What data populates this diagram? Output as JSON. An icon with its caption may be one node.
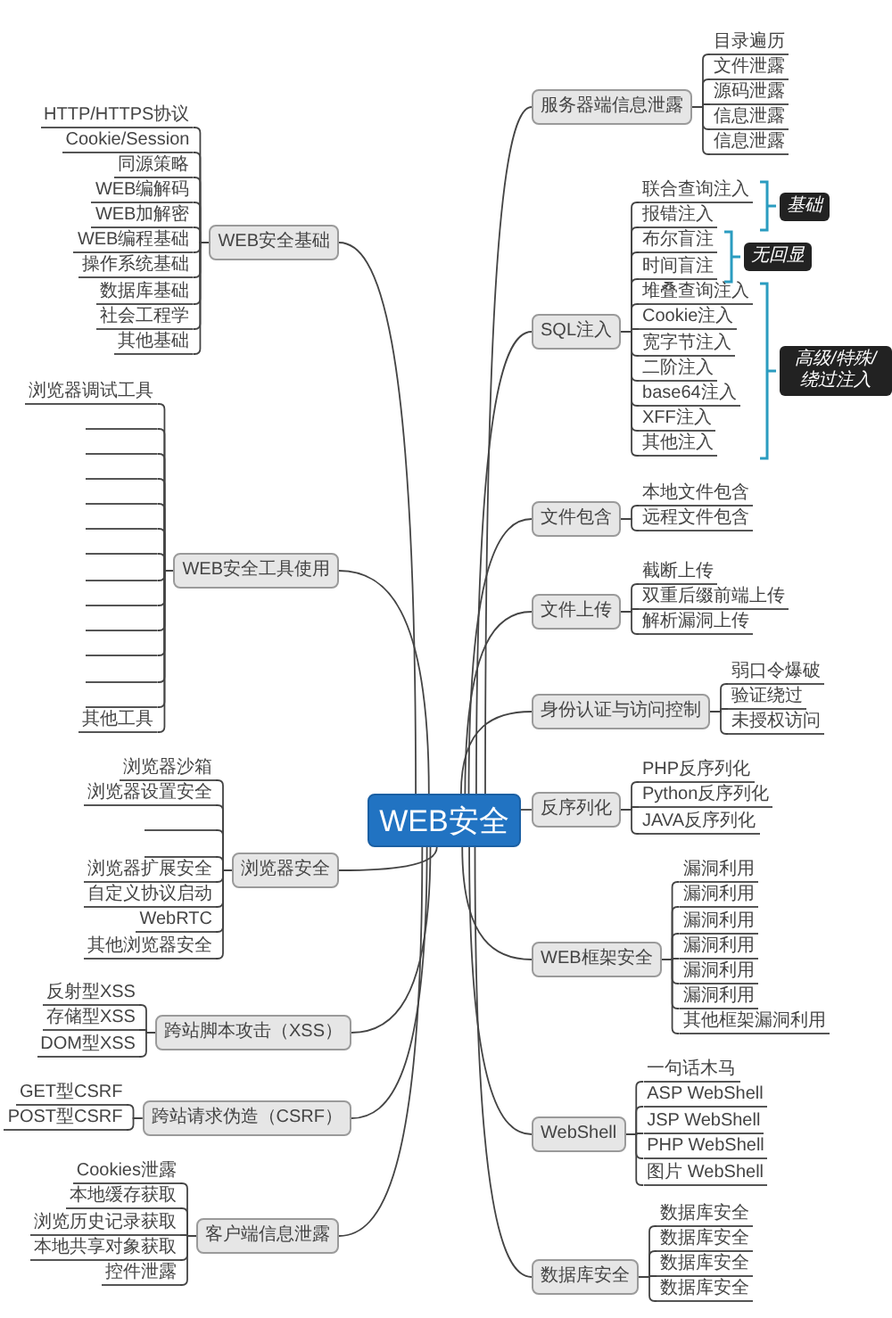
{
  "diagram": {
    "nodes": [
      {
        "text": [
          "WEB安全"
        ]
      },
      {
        "text": [
          "服务器端信息泄露"
        ]
      },
      {
        "text": [
          "目录遍历"
        ]
      },
      {
        "text": [
          "文件泄露"
        ]
      },
      {
        "text": [
          "源码泄露"
        ]
      },
      {
        "text": [
          "信息泄露"
        ]
      },
      {
        "text": [
          "信息泄露"
        ]
      },
      {
        "text": [
          "SQL注入"
        ]
      },
      {
        "text": [
          "联合查询注入"
        ]
      },
      {
        "text": [
          "报错注入"
        ]
      },
      {
        "text": [
          "布尔盲注"
        ]
      },
      {
        "text": [
          "时间盲注"
        ]
      },
      {
        "text": [
          "堆叠查询注入"
        ]
      },
      {
        "text": [
          "Cookie注入"
        ]
      },
      {
        "text": [
          "宽字节注入"
        ]
      },
      {
        "text": [
          "二阶注入"
        ]
      },
      {
        "text": [
          "base64注入"
        ]
      },
      {
        "text": [
          "XFF注入"
        ]
      },
      {
        "text": [
          "其他注入"
        ]
      },
      {
        "text": [
          "基础"
        ]
      },
      {
        "text": [
          "无回显"
        ]
      },
      {
        "text": [
          "高级/特殊/绕过注入"
        ]
      },
      {
        "text": [
          "文件包含"
        ]
      },
      {
        "text": [
          "本地文件包含"
        ]
      },
      {
        "text": [
          "远程文件包含"
        ]
      },
      {
        "text": [
          "文件上传"
        ]
      },
      {
        "text": [
          "截断上传"
        ]
      },
      {
        "text": [
          "双重后缀前端上传"
        ]
      },
      {
        "text": [
          "解析漏洞上传"
        ]
      },
      {
        "text": [
          "身份认证与访问控制"
        ]
      },
      {
        "text": [
          "弱口令爆破"
        ]
      },
      {
        "text": [
          "验证绕过"
        ]
      },
      {
        "text": [
          "未授权访问"
        ]
      },
      {
        "text": [
          "反序列化"
        ]
      },
      {
        "text": [
          "PHP反序列化"
        ]
      },
      {
        "text": [
          "Python反序列化"
        ]
      },
      {
        "text": [
          "JAVA反序列化"
        ]
      },
      {
        "text": [
          "WEB框架安全"
        ]
      },
      {
        "text": [
          "漏洞利用"
        ]
      },
      {
        "text": [
          "漏洞利用"
        ]
      },
      {
        "text": [
          "漏洞利用"
        ]
      },
      {
        "text": [
          "漏洞利用"
        ]
      },
      {
        "text": [
          "漏洞利用"
        ]
      },
      {
        "text": [
          "漏洞利用"
        ]
      },
      {
        "text": [
          "其他框架漏洞利用"
        ]
      },
      {
        "text": [
          "WebShell"
        ]
      },
      {
        "text": [
          "一句话木马"
        ]
      },
      {
        "text": [
          "ASP WebShell"
        ]
      },
      {
        "text": [
          "JSP WebShell"
        ]
      },
      {
        "text": [
          "PHP WebShell"
        ]
      },
      {
        "text": [
          "图片 WebShell"
        ]
      },
      {
        "text": [
          "数据库安全"
        ]
      },
      {
        "text": [
          "数据库安全"
        ]
      },
      {
        "text": [
          "数据库安全"
        ]
      },
      {
        "text": [
          "数据库安全"
        ]
      },
      {
        "text": [
          "数据库安全"
        ]
      },
      {
        "text": [
          "WEB安全基础"
        ]
      },
      {
        "text": [
          "HTTP/HTTPS协议"
        ]
      },
      {
        "text": [
          "Cookie/Session"
        ]
      },
      {
        "text": [
          "同源策略"
        ]
      },
      {
        "text": [
          "WEB编解码"
        ]
      },
      {
        "text": [
          "WEB加解密"
        ]
      },
      {
        "text": [
          "WEB编程基础"
        ]
      },
      {
        "text": [
          "操作系统基础"
        ]
      },
      {
        "text": [
          "数据库基础"
        ]
      },
      {
        "text": [
          "社会工程学"
        ]
      },
      {
        "text": [
          "其他基础"
        ]
      },
      {
        "text": [
          "WEB安全工具使用"
        ]
      },
      {
        "text": [
          "浏览器调试工具"
        ]
      },
      {
        "text": [],
        "shape": "line"
      },
      {
        "text": [],
        "shape": "line"
      },
      {
        "text": [],
        "shape": "line"
      },
      {
        "text": [],
        "shape": "line"
      },
      {
        "text": [],
        "shape": "line"
      },
      {
        "text": [],
        "shape": "line"
      },
      {
        "text": [],
        "shape": "line"
      },
      {
        "text": [],
        "shape": "line"
      },
      {
        "text": [],
        "shape": "line"
      },
      {
        "text": [],
        "shape": "line"
      },
      {
        "text": [],
        "shape": "line"
      },
      {
        "text": [],
        "shape": "line"
      },
      {
        "text": [
          "其他工具"
        ]
      },
      {
        "text": [
          "浏览器安全"
        ]
      },
      {
        "text": [
          "浏览器沙箱"
        ]
      },
      {
        "text": [
          "浏览器设置安全"
        ]
      },
      {
        "text": [],
        "shape": "line"
      },
      {
        "text": [],
        "shape": "line"
      },
      {
        "text": [
          "浏览器扩展安全"
        ]
      },
      {
        "text": [
          "自定义协议启动"
        ]
      },
      {
        "text": [
          "WebRTC"
        ]
      },
      {
        "text": [
          "其他浏览器安全"
        ]
      },
      {
        "text": [
          "跨站脚本攻击（XSS）"
        ]
      },
      {
        "text": [
          "反射型XSS"
        ]
      },
      {
        "text": [
          "存储型XSS"
        ]
      },
      {
        "text": [
          "DOM型XSS"
        ]
      },
      {
        "text": [
          "跨站请求伪造（CSRF）"
        ]
      },
      {
        "text": [
          "GET型CSRF"
        ]
      },
      {
        "text": [
          "POST型CSRF"
        ]
      },
      {
        "text": [
          "客户端信息泄露"
        ]
      },
      {
        "text": [
          "Cookies泄露"
        ]
      },
      {
        "text": [
          "本地缓存获取"
        ]
      },
      {
        "text": [
          "浏览历史记录获取"
        ]
      },
      {
        "text": [
          "本地共享对象获取"
        ]
      },
      {
        "text": [
          "控件泄露"
        ]
      }
    ],
    "edges": [
      {
        "from": 0,
        "to": 1,
        "arrow": "none"
      },
      {
        "from": 0,
        "to": 7,
        "arrow": "none"
      },
      {
        "from": 0,
        "to": 22,
        "arrow": "none"
      },
      {
        "from": 0,
        "to": 25,
        "arrow": "none"
      },
      {
        "from": 0,
        "to": 29,
        "arrow": "none"
      },
      {
        "from": 0,
        "to": 33,
        "arrow": "none"
      },
      {
        "from": 0,
        "to": 37,
        "arrow": "none"
      },
      {
        "from": 0,
        "to": 45,
        "arrow": "none"
      },
      {
        "from": 0,
        "to": 51,
        "arrow": "none"
      },
      {
        "from": 0,
        "to": 56,
        "arrow": "none"
      },
      {
        "from": 0,
        "to": 67,
        "arrow": "none"
      },
      {
        "from": 0,
        "to": 82,
        "arrow": "none"
      },
      {
        "from": 0,
        "to": 91,
        "arrow": "none"
      },
      {
        "from": 0,
        "to": 95,
        "arrow": "none"
      },
      {
        "from": 0,
        "to": 98,
        "arrow": "none"
      },
      {
        "from": 1,
        "to": 2,
        "arrow": "none"
      },
      {
        "from": 1,
        "to": 3,
        "arrow": "none"
      },
      {
        "from": 1,
        "to": 4,
        "arrow": "none"
      },
      {
        "from": 1,
        "to": 5,
        "arrow": "none"
      },
      {
        "from": 1,
        "to": 6,
        "arrow": "none"
      },
      {
        "from": 7,
        "to": 8,
        "arrow": "none"
      },
      {
        "from": 7,
        "to": 9,
        "arrow": "none"
      },
      {
        "from": 7,
        "to": 10,
        "arrow": "none"
      },
      {
        "from": 7,
        "to": 11,
        "arrow": "none"
      },
      {
        "from": 7,
        "to": 12,
        "arrow": "none"
      },
      {
        "from": 7,
        "to": 13,
        "arrow": "none"
      },
      {
        "from": 7,
        "to": 14,
        "arrow": "none"
      },
      {
        "from": 7,
        "to": 15,
        "arrow": "none"
      },
      {
        "from": 7,
        "to": 16,
        "arrow": "none"
      },
      {
        "from": 7,
        "to": 17,
        "arrow": "none"
      },
      {
        "from": 7,
        "to": 18,
        "arrow": "none"
      },
      {
        "from": 22,
        "to": 23,
        "arrow": "none"
      },
      {
        "from": 22,
        "to": 24,
        "arrow": "none"
      },
      {
        "from": 25,
        "to": 26,
        "arrow": "none"
      },
      {
        "from": 25,
        "to": 27,
        "arrow": "none"
      },
      {
        "from": 25,
        "to": 28,
        "arrow": "none"
      },
      {
        "from": 29,
        "to": 30,
        "arrow": "none"
      },
      {
        "from": 29,
        "to": 31,
        "arrow": "none"
      },
      {
        "from": 29,
        "to": 32,
        "arrow": "none"
      },
      {
        "from": 33,
        "to": 34,
        "arrow": "none"
      },
      {
        "from": 33,
        "to": 35,
        "arrow": "none"
      },
      {
        "from": 33,
        "to": 36,
        "arrow": "none"
      },
      {
        "from": 37,
        "to": 38,
        "arrow": "none"
      },
      {
        "from": 37,
        "to": 39,
        "arrow": "none"
      },
      {
        "from": 37,
        "to": 40,
        "arrow": "none"
      },
      {
        "from": 37,
        "to": 41,
        "arrow": "none"
      },
      {
        "from": 37,
        "to": 42,
        "arrow": "none"
      },
      {
        "from": 37,
        "to": 43,
        "arrow": "none"
      },
      {
        "from": 37,
        "to": 44,
        "arrow": "none"
      },
      {
        "from": 45,
        "to": 46,
        "arrow": "none"
      },
      {
        "from": 45,
        "to": 47,
        "arrow": "none"
      },
      {
        "from": 45,
        "to": 48,
        "arrow": "none"
      },
      {
        "from": 45,
        "to": 49,
        "arrow": "none"
      },
      {
        "from": 45,
        "to": 50,
        "arrow": "none"
      },
      {
        "from": 51,
        "to": 52,
        "arrow": "none"
      },
      {
        "from": 51,
        "to": 53,
        "arrow": "none"
      },
      {
        "from": 51,
        "to": 54,
        "arrow": "none"
      },
      {
        "from": 51,
        "to": 55,
        "arrow": "none"
      },
      {
        "from": 56,
        "to": 57,
        "arrow": "none"
      },
      {
        "from": 56,
        "to": 58,
        "arrow": "none"
      },
      {
        "from": 56,
        "to": 59,
        "arrow": "none"
      },
      {
        "from": 56,
        "to": 60,
        "arrow": "none"
      },
      {
        "from": 56,
        "to": 61,
        "arrow": "none"
      },
      {
        "from": 56,
        "to": 62,
        "arrow": "none"
      },
      {
        "from": 56,
        "to": 63,
        "arrow": "none"
      },
      {
        "from": 56,
        "to": 64,
        "arrow": "none"
      },
      {
        "from": 56,
        "to": 65,
        "arrow": "none"
      },
      {
        "from": 56,
        "to": 66,
        "arrow": "none"
      },
      {
        "from": 67,
        "to": 68,
        "arrow": "none"
      },
      {
        "from": 67,
        "to": 69,
        "arrow": "none"
      },
      {
        "from": 67,
        "to": 70,
        "arrow": "none"
      },
      {
        "from": 67,
        "to": 71,
        "arrow": "none"
      },
      {
        "from": 67,
        "to": 72,
        "arrow": "none"
      },
      {
        "from": 67,
        "to": 73,
        "arrow": "none"
      },
      {
        "from": 67,
        "to": 74,
        "arrow": "none"
      },
      {
        "from": 67,
        "to": 75,
        "arrow": "none"
      },
      {
        "from": 67,
        "to": 76,
        "arrow": "none"
      },
      {
        "from": 67,
        "to": 77,
        "arrow": "none"
      },
      {
        "from": 67,
        "to": 78,
        "arrow": "none"
      },
      {
        "from": 67,
        "to": 79,
        "arrow": "none"
      },
      {
        "from": 67,
        "to": 80,
        "arrow": "none"
      },
      {
        "from": 67,
        "to": 81,
        "arrow": "none"
      },
      {
        "from": 82,
        "to": 83,
        "arrow": "none"
      },
      {
        "from": 82,
        "to": 84,
        "arrow": "none"
      },
      {
        "from": 82,
        "to": 85,
        "arrow": "none"
      },
      {
        "from": 82,
        "to": 86,
        "arrow": "none"
      },
      {
        "from": 82,
        "to": 87,
        "arrow": "none"
      },
      {
        "from": 82,
        "to": 88,
        "arrow": "none"
      },
      {
        "from": 82,
        "to": 89,
        "arrow": "none"
      },
      {
        "from": 82,
        "to": 90,
        "arrow": "none"
      },
      {
        "from": 91,
        "to": 92,
        "arrow": "none"
      },
      {
        "from": 91,
        "to": 93,
        "arrow": "none"
      },
      {
        "from": 91,
        "to": 94,
        "arrow": "none"
      },
      {
        "from": 95,
        "to": 96,
        "arrow": "none"
      },
      {
        "from": 95,
        "to": 97,
        "arrow": "none"
      },
      {
        "from": 98,
        "to": 99,
        "arrow": "none"
      },
      {
        "from": 98,
        "to": 100,
        "arrow": "none"
      },
      {
        "from": 98,
        "to": 101,
        "arrow": "none"
      },
      {
        "from": 98,
        "to": 102,
        "arrow": "none"
      },
      {
        "from": 98,
        "to": 103,
        "arrow": "none"
      }
    ]
  }
}
